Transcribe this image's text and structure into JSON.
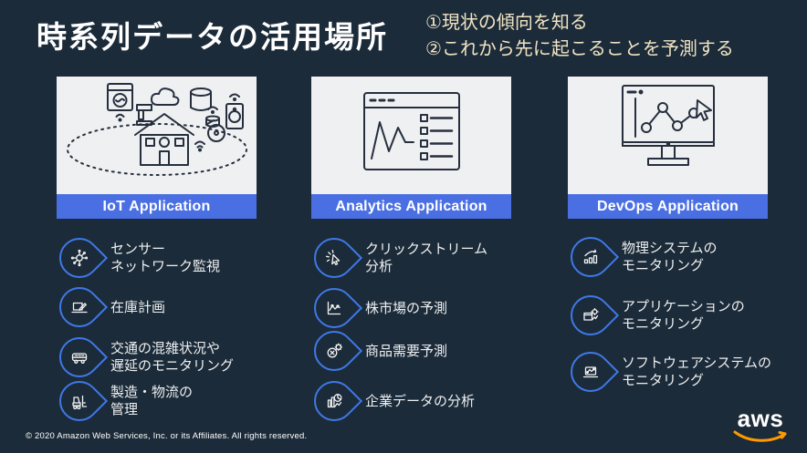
{
  "slide": {
    "title": "時系列データの活用場所",
    "goals": [
      "①現状の傾向を知る",
      "②これから先に起こることを予測する"
    ],
    "copyright": "© 2020 Amazon Web Services, Inc. or its Affiliates. All rights reserved.",
    "logo_text": "aws"
  },
  "colors": {
    "background": "#1C2B39",
    "band_blue": "#4A6FE3",
    "icon_outline_blue": "#3E79E8",
    "goal_text": "#F0E4C3",
    "card_background": "#EFF0F2",
    "line_art": "#252F3E",
    "aws_orange": "#FF9900",
    "body_text": "#EDEFF1"
  },
  "columns": [
    {
      "header": "IoT Application",
      "illustration": "iot-smart-home-illustration",
      "items": [
        {
          "icon": "sensor-network-icon",
          "lines": [
            "センサー",
            "ネットワーク監視"
          ]
        },
        {
          "icon": "inventory-planning-icon",
          "lines": [
            "在庫計画"
          ]
        },
        {
          "icon": "traffic-monitoring-icon",
          "lines": [
            "交通の混雑状況や",
            "遅延のモニタリング"
          ]
        },
        {
          "icon": "forklift-icon",
          "lines": [
            "製造・物流の",
            "管理"
          ]
        }
      ]
    },
    {
      "header": "Analytics Application",
      "illustration": "analytics-browser-illustration",
      "items": [
        {
          "icon": "clickstream-icon",
          "lines": [
            "クリックストリーム",
            "分析"
          ]
        },
        {
          "icon": "stock-chart-icon",
          "lines": [
            "株市場の予測"
          ]
        },
        {
          "icon": "demand-forecast-icon",
          "lines": [
            "商品需要予測"
          ]
        },
        {
          "icon": "enterprise-data-icon",
          "lines": [
            "企業データの分析"
          ]
        }
      ]
    },
    {
      "header": "DevOps Application",
      "illustration": "devops-monitor-illustration",
      "items": [
        {
          "icon": "physical-system-icon",
          "lines": [
            "物理システムの",
            "モニタリング"
          ]
        },
        {
          "icon": "application-monitoring-icon",
          "lines": [
            "アプリケーションの",
            "モニタリング"
          ]
        },
        {
          "icon": "software-system-icon",
          "lines": [
            "ソフトウェアシステムの",
            "モニタリング"
          ]
        }
      ]
    }
  ]
}
